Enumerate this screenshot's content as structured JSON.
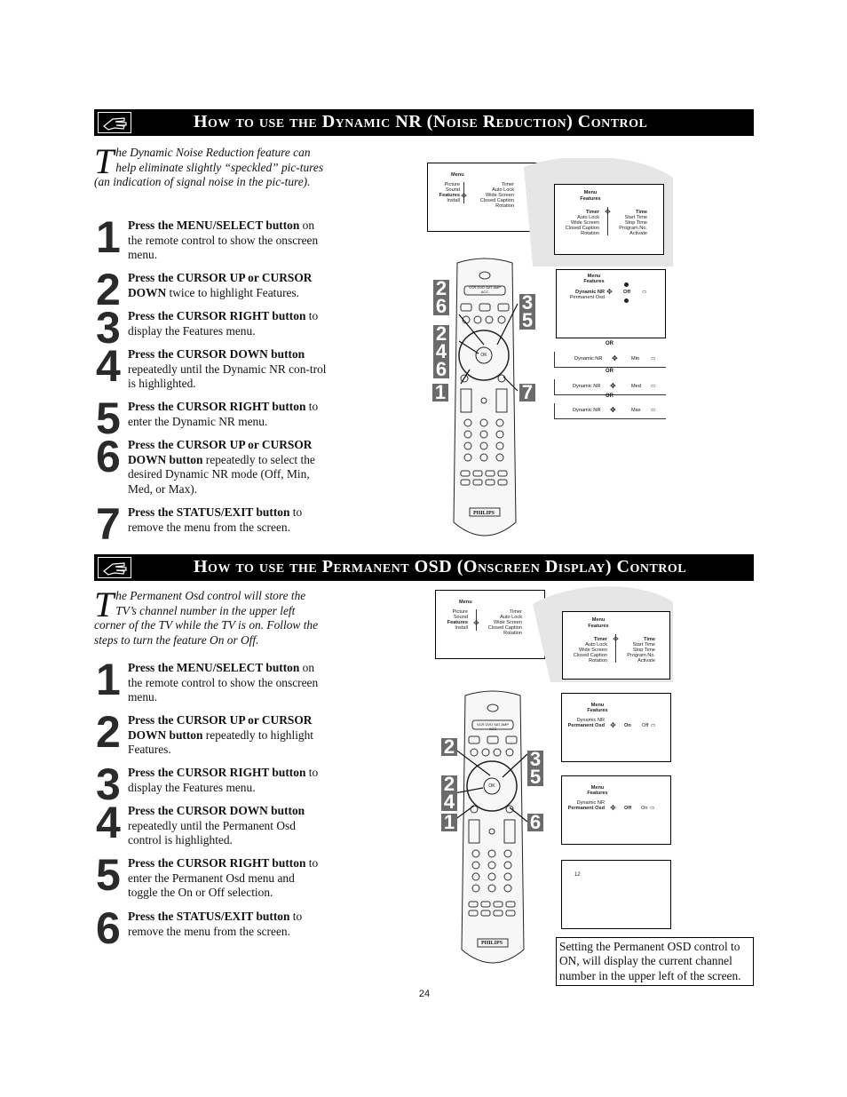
{
  "section1": {
    "title": "How to use the Dynamic NR (Noise Reduction) Control",
    "intro_dropcap": "T",
    "intro": "he Dynamic Noise Reduction feature can help eliminate slightly “speckled” pic-tures (an indication of signal noise in the pic-ture).",
    "steps": [
      {
        "num": "1",
        "bold": "Press the MENU/SELECT button",
        "rest": " on the remote control to show the onscreen menu."
      },
      {
        "num": "2",
        "bold": "Press the CURSOR UP or CURSOR DOWN",
        "rest": " twice to highlight Features."
      },
      {
        "num": "3",
        "bold": "Press the CURSOR RIGHT button",
        "rest": " to display the Features menu."
      },
      {
        "num": "4",
        "bold": "Press the CURSOR DOWN button",
        "rest": " repeatedly until the Dynamic NR con-trol is highlighted."
      },
      {
        "num": "5",
        "bold": "Press the CURSOR RIGHT button",
        "rest": " to enter the Dynamic NR menu."
      },
      {
        "num": "6",
        "bold": "Press the CURSOR UP or CURSOR DOWN button",
        "rest": " repeatedly to select the desired Dynamic NR mode (Off, Min, Med, or Max)."
      },
      {
        "num": "7",
        "bold": "Press the STATUS/EXIT button",
        "rest": " to remove the menu from the screen."
      }
    ],
    "callouts": [
      "2",
      "6",
      "2",
      "4",
      "6",
      "1",
      "3",
      "5",
      "7"
    ],
    "or_label": "OR",
    "nr_options": [
      {
        "label": "Dynamic NR",
        "value": "Min"
      },
      {
        "label": "Dynamic NR",
        "value": "Med"
      },
      {
        "label": "Dynamic NR",
        "value": "Max"
      }
    ]
  },
  "section2": {
    "title": "How to use the Permanent OSD (Onscreen Display) Control",
    "intro_dropcap": "T",
    "intro": "he Permanent Osd control will store the TV’s channel number in the upper left corner of the TV while the TV is on. Follow the steps to turn the feature On or Off.",
    "steps": [
      {
        "num": "1",
        "bold": "Press the MENU/SELECT button",
        "rest": " on the remote control to show the onscreen menu."
      },
      {
        "num": "2",
        "bold": "Press the CURSOR UP or CURSOR DOWN button",
        "rest": " repeatedly to highlight Features."
      },
      {
        "num": "3",
        "bold": "Press the CURSOR RIGHT button",
        "rest": " to display the Features menu."
      },
      {
        "num": "4",
        "bold": "Press the CURSOR DOWN button",
        "rest": " repeatedly until the Permanent Osd control is highlighted."
      },
      {
        "num": "5",
        "bold": "Press the CURSOR RIGHT button",
        "rest": " to enter the Permanent Osd menu and toggle the On or Off selection."
      },
      {
        "num": "6",
        "bold": "Press the STATUS/EXIT button",
        "rest": " to remove the menu from the screen."
      }
    ],
    "callouts": [
      "2",
      "2",
      "4",
      "1",
      "3",
      "5",
      "6"
    ],
    "channel_number": "12",
    "caption": "Setting the Permanent OSD control to ON, will display the current channel number in the upper left of the screen."
  },
  "menu": {
    "title": "Menu",
    "items": [
      "Picture",
      "Sound",
      "Features",
      "Install"
    ],
    "sub_items": [
      "Timer",
      "Auto Lock",
      "Wide Screen",
      "Closed Caption",
      "Rotation"
    ],
    "features": "Features",
    "timer": "Timer",
    "timer_items": [
      "Time",
      "Start Time",
      "Stop Time",
      "Program No.",
      "Activate"
    ],
    "dynamic_nr": "Dynamic NR",
    "permanent_osd": "Permanent Osd",
    "off": "Off",
    "on": "On"
  },
  "remote": {
    "brand": "PHILIPS",
    "source_bar": "VCR DVD SAT AMP ACC",
    "ok": "OK"
  },
  "page_number": "24"
}
